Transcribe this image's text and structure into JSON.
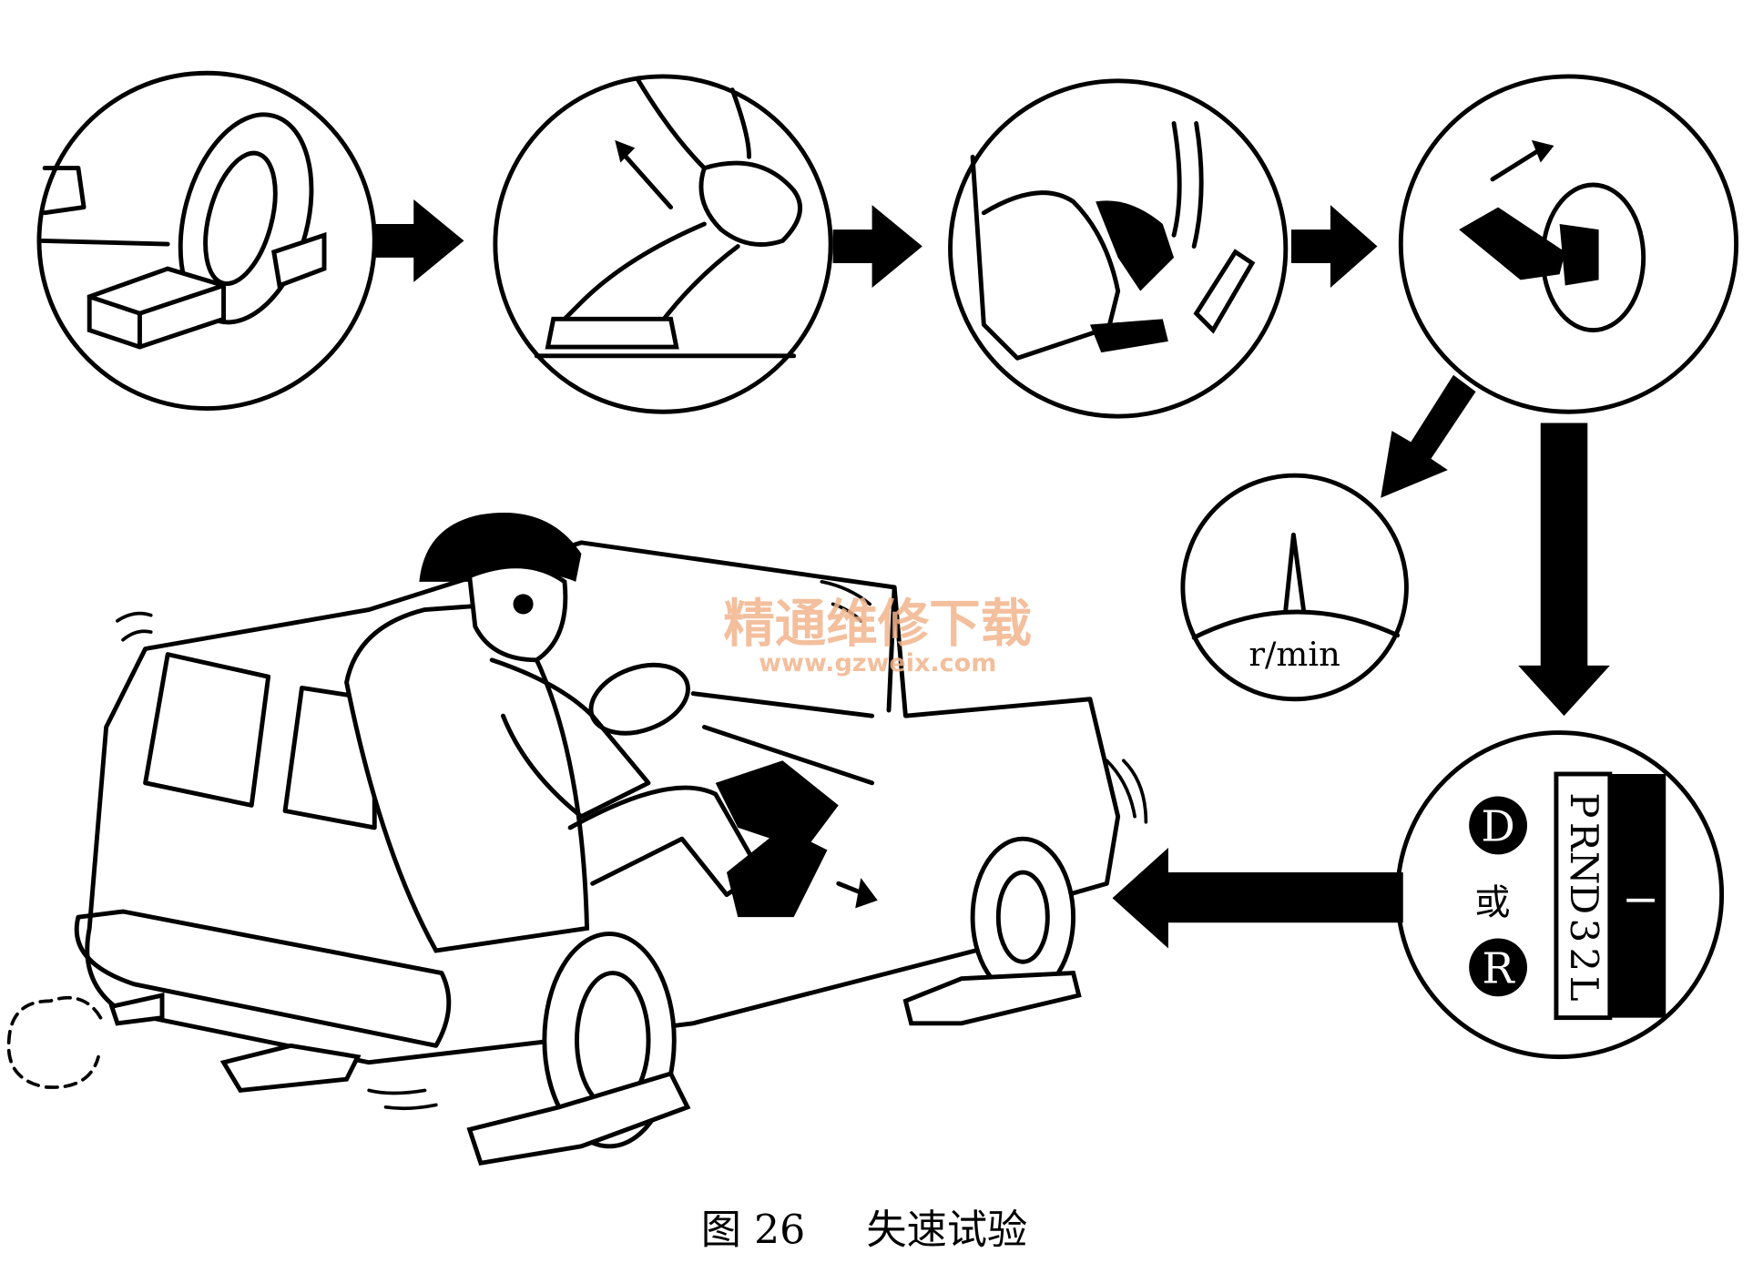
{
  "figure": {
    "caption_number": "图 26",
    "caption_title": "失速试验",
    "gauge_unit": "r/min",
    "shifter": {
      "positions": [
        "P",
        "R",
        "N",
        "D",
        "3",
        "2",
        "L"
      ],
      "selected_option_1": "D",
      "or_label": "或",
      "selected_option_2": "R"
    },
    "watermark": {
      "title": "精通维修下载",
      "url": "www.gzweix.com"
    },
    "steps": [
      "chock-wheels",
      "apply-parking-brake",
      "press-brake-pedal",
      "start-engine",
      "read-tachometer",
      "select-gear",
      "full-throttle-stall"
    ]
  }
}
